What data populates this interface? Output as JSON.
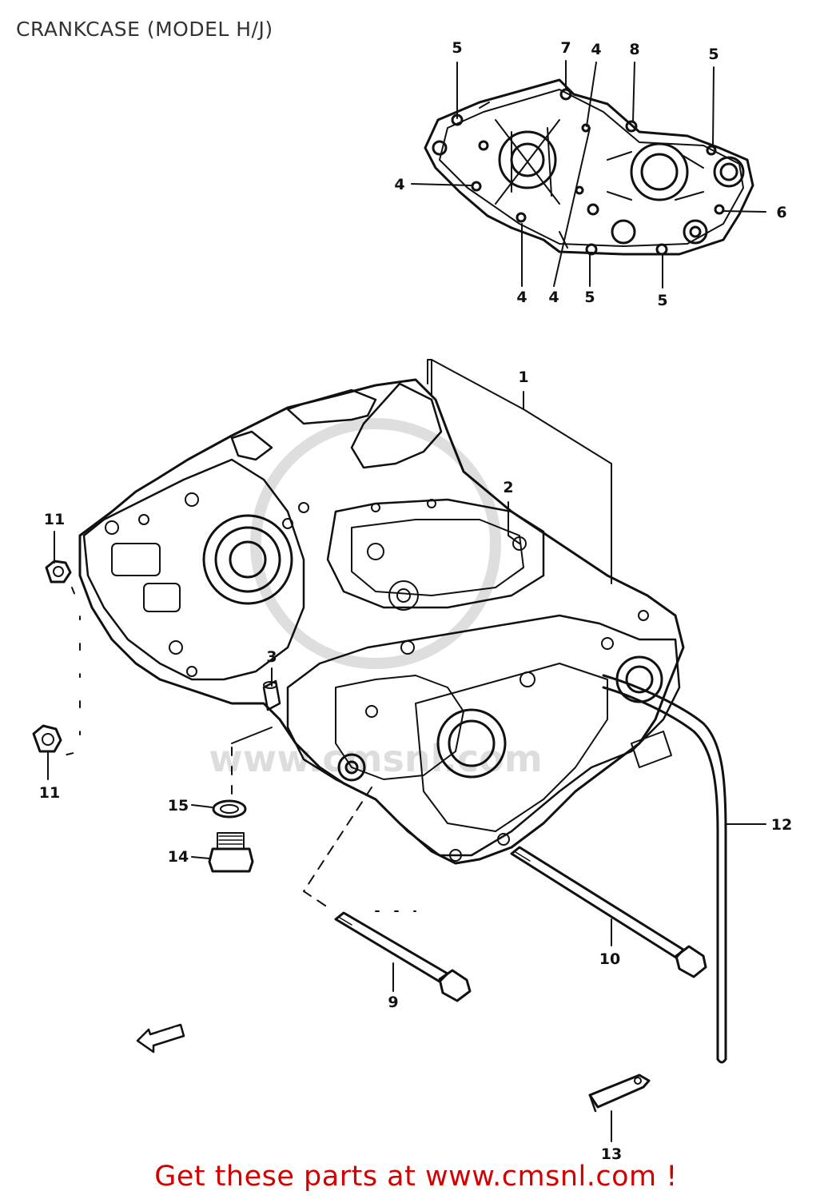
{
  "title": "CRANKCASE (MODEL H/J)",
  "fwd_label": "FWD",
  "promo_text": "Get these parts at www.cmsnl.com !",
  "watermark_text": "www.cmsnl.com",
  "callouts": {
    "c5a": "5",
    "c7": "7",
    "c4a": "4",
    "c8": "8",
    "c5b": "5",
    "c4b": "4",
    "c6": "6",
    "c4c": "4",
    "c4d": "4",
    "c5c": "5",
    "c5d": "5",
    "c1": "1",
    "c2": "2",
    "c3": "3",
    "c11a": "11",
    "c11b": "11",
    "c15": "15",
    "c14": "14",
    "c12": "12",
    "c10": "10",
    "c9": "9",
    "c13": "13"
  }
}
